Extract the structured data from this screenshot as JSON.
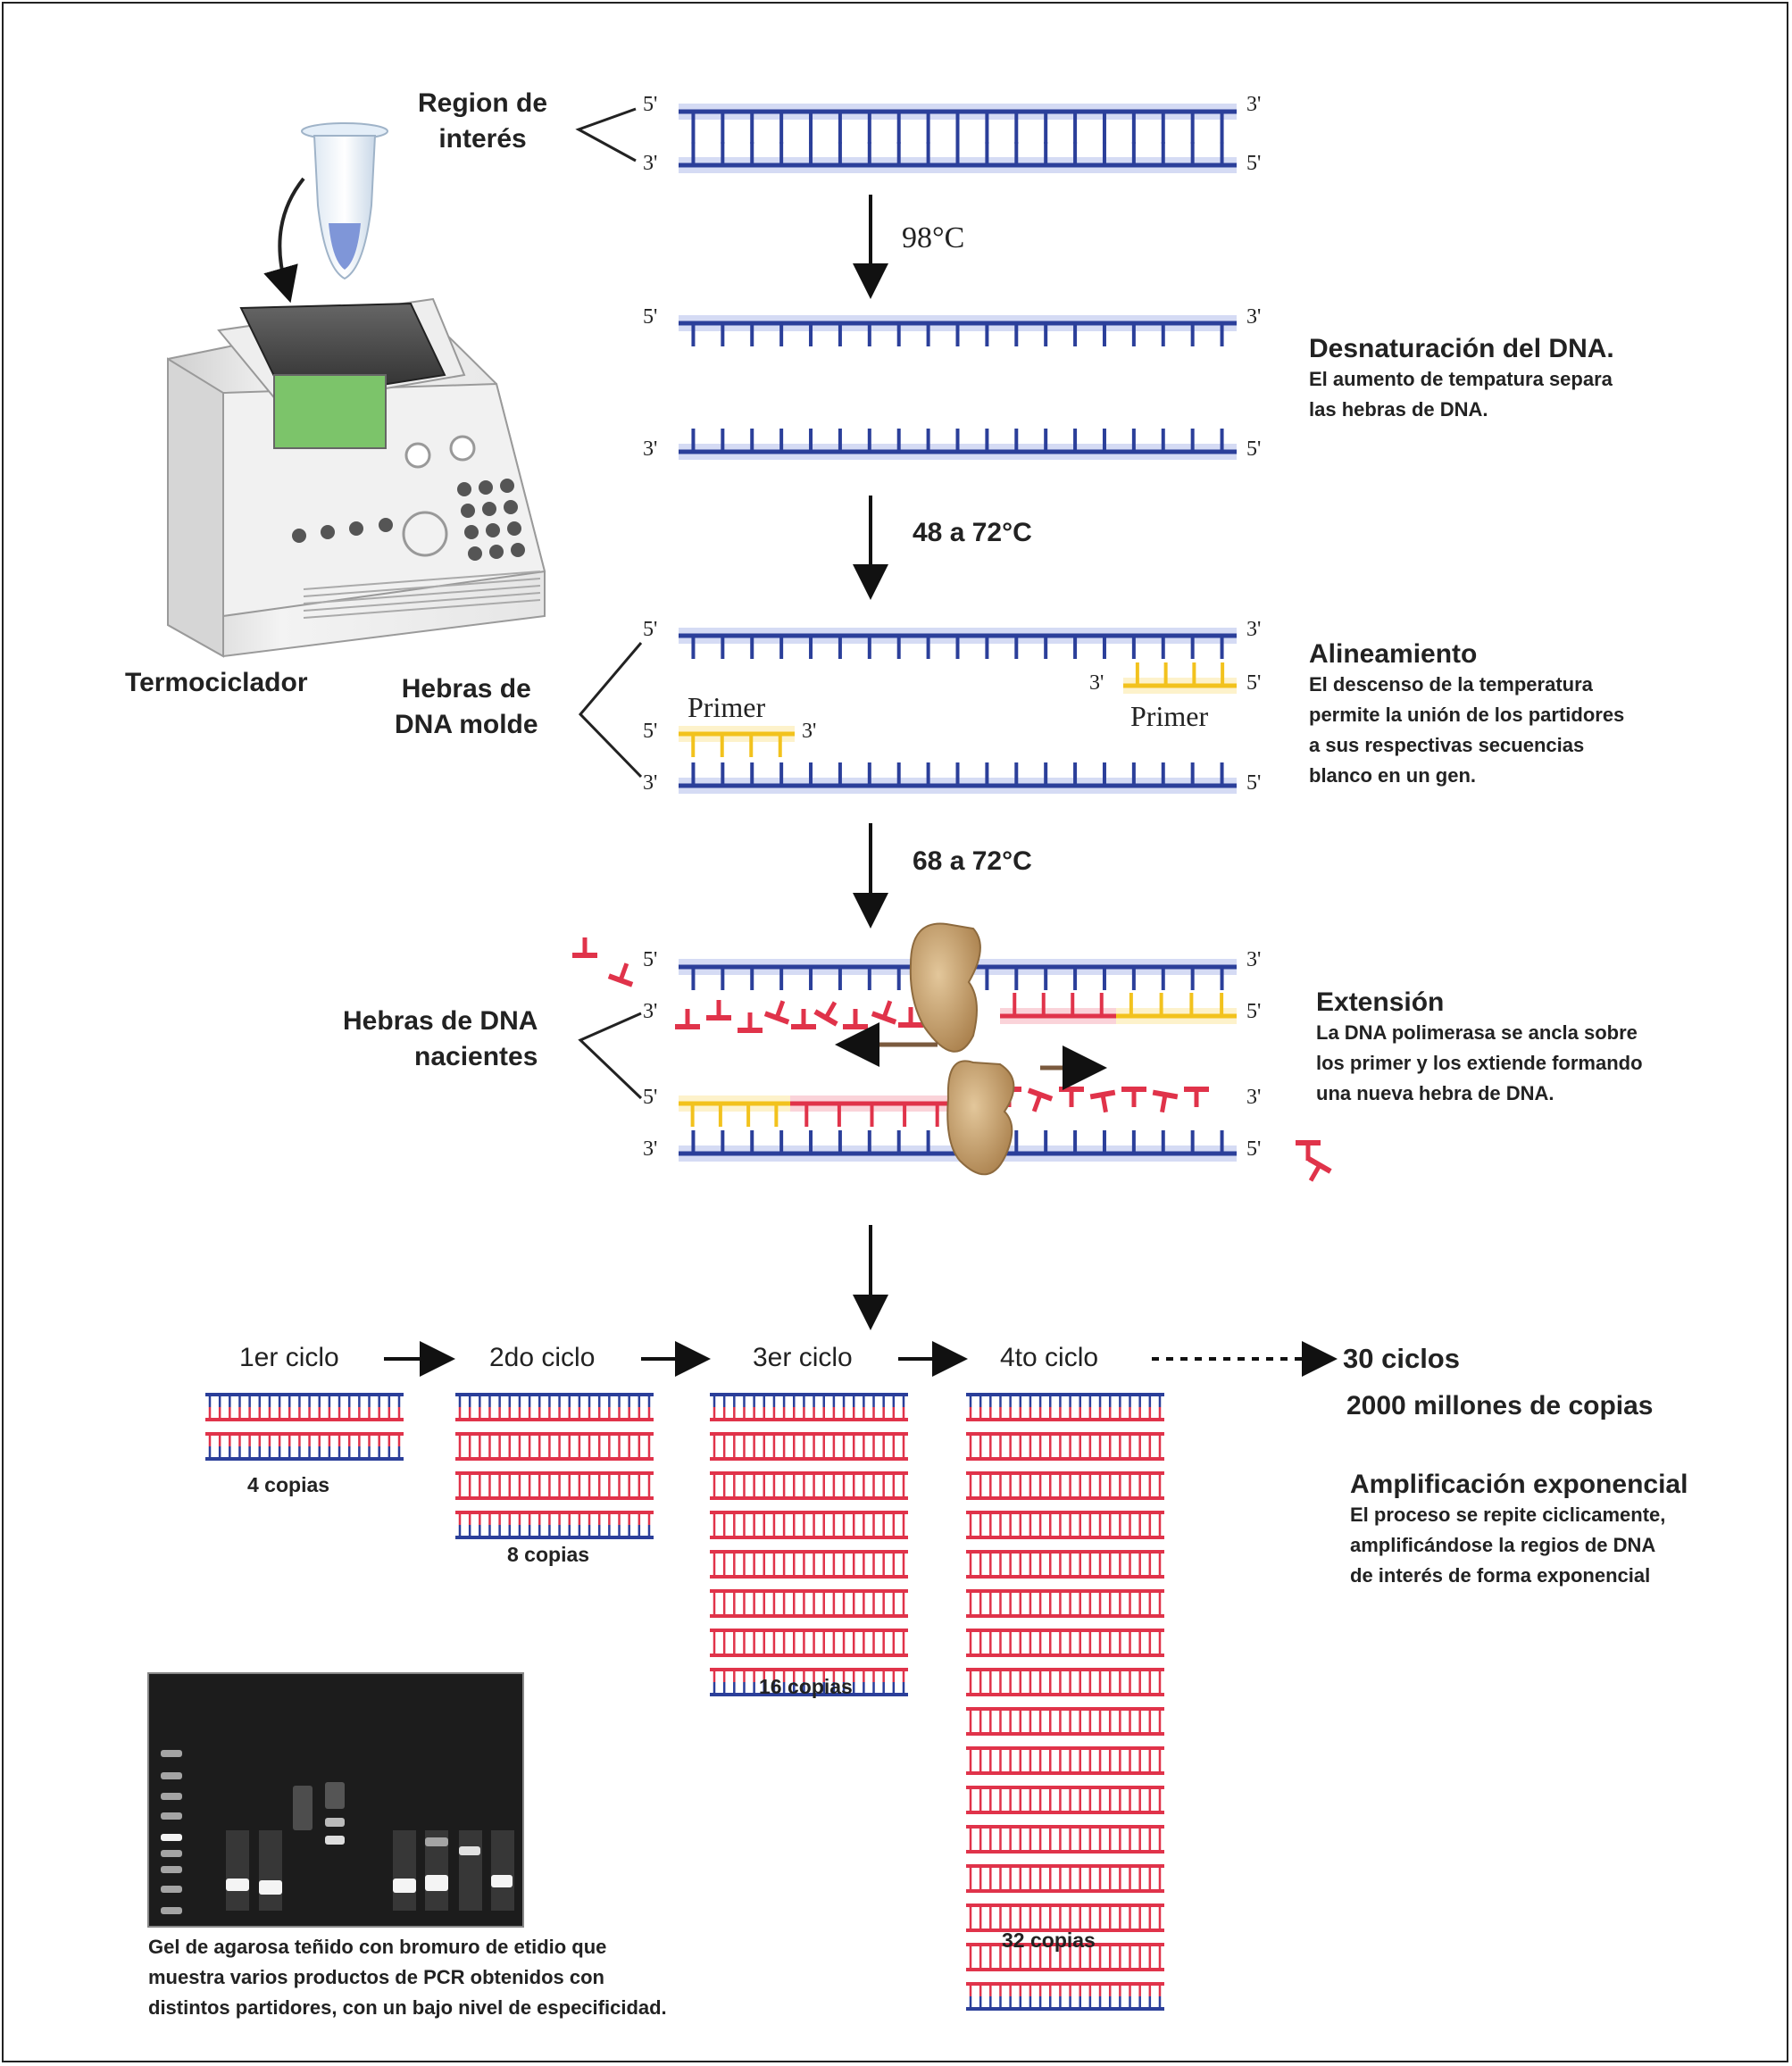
{
  "figure": {
    "thermocycler_label": "Termociclador",
    "region_label": [
      "Region de",
      "interés"
    ],
    "strand_ends": {
      "five": "5'",
      "three": "3'"
    },
    "steps": [
      {
        "temperature": "98°C",
        "title": "Desnaturación del DNA.",
        "description": [
          "El aumento de tempatura separa",
          "las hebras de DNA."
        ]
      },
      {
        "temperature": "48 a 72°C",
        "title": "Alineamiento",
        "description": [
          "El descenso de la temperatura",
          "permite la unión de los partidores",
          "a sus respectivas secuencias",
          "blanco en un gen."
        ],
        "side_label": [
          "Hebras de",
          "DNA molde"
        ],
        "primer_label": "Primer"
      },
      {
        "temperature": "68 a 72°C",
        "title": "Extensión",
        "description": [
          "La DNA polimerasa se ancla sobre",
          "los primer y los extiende formando",
          "una nueva hebra de DNA."
        ],
        "side_label": [
          "Hebras de DNA",
          "nacientes"
        ]
      }
    ],
    "cycles": [
      {
        "label": "1er ciclo",
        "copies_label": "4 copias",
        "copies": 4
      },
      {
        "label": "2do ciclo",
        "copies_label": "8 copias",
        "copies": 8
      },
      {
        "label": "3er ciclo",
        "copies_label": "16 copias",
        "copies": 16
      },
      {
        "label": "4to ciclo",
        "copies_label": "32 copias",
        "copies": 32
      }
    ],
    "final_cycles": "30 ciclos",
    "final_copies": "2000 millones de copias",
    "amplification": {
      "title": "Amplificación exponencial",
      "description": [
        "El proceso se repite ciclicamente,",
        "amplificándose la regios de DNA",
        "de interés de forma exponencial"
      ]
    },
    "gel_caption": [
      "Gel de agarosa teñido con bromuro de etidio que",
      "muestra varios productos de PCR obtenidos con",
      "distintos partidores, con un bajo nivel de especificidad."
    ],
    "colors": {
      "template_strand": "#2b3f9a",
      "template_glow": "#b9c3ec",
      "new_strand": "#e0334a",
      "primer": "#f2c21d",
      "polymerase": "#c9a272",
      "lcd": "#7cc46a",
      "gel_bg": "#1c1c1c"
    }
  }
}
